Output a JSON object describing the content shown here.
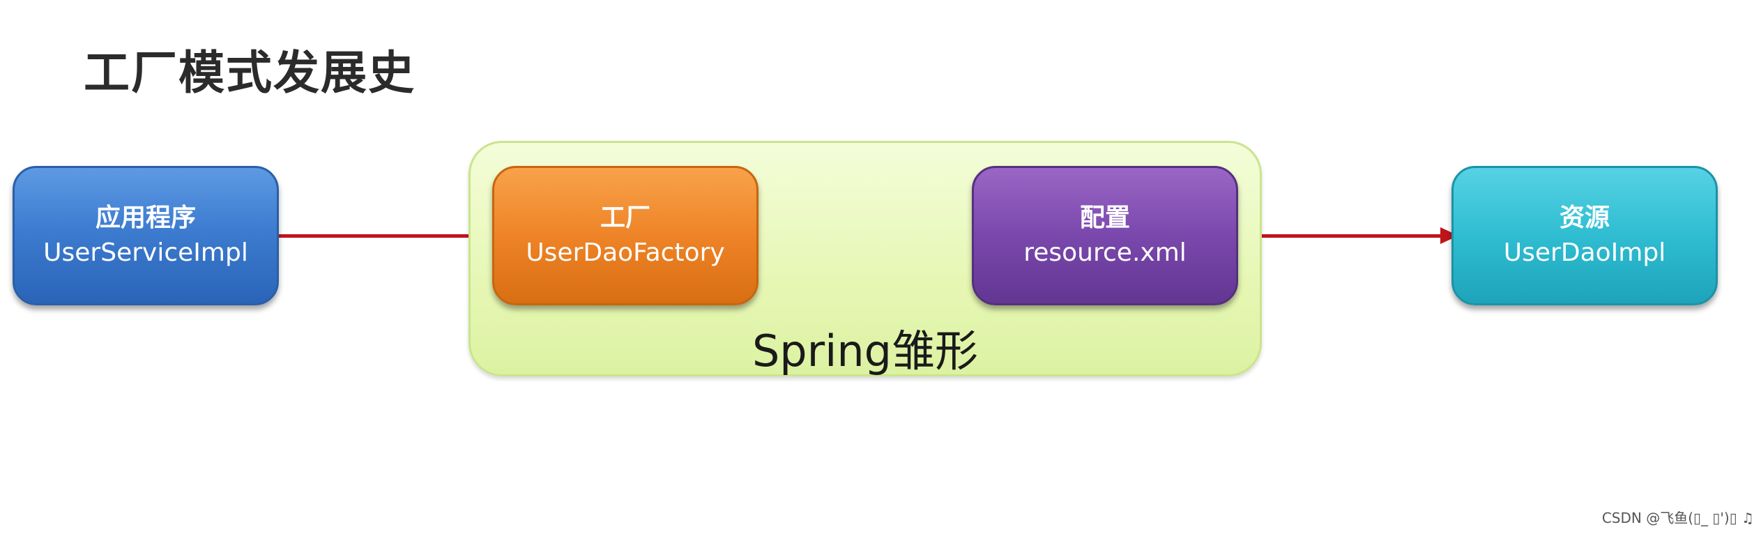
{
  "title": "工厂模式发展史",
  "nodes": {
    "application": {
      "line1": "应用程序",
      "line2": "UserServiceImpl",
      "color": "#3d7cd0"
    },
    "factory": {
      "line1": "工厂",
      "line2": "UserDaoFactory",
      "color": "#ee8427"
    },
    "config": {
      "line1": "配置",
      "line2": "resource.xml",
      "color": "#7a48ac"
    },
    "resource": {
      "line1": "资源",
      "line2": "UserDaoImpl",
      "color": "#2fbdd2"
    }
  },
  "container": {
    "label": "Spring雏形",
    "color": "#e6f7b4"
  },
  "connector_color": "#c0141b",
  "watermark": "CSDN @飞鱼(▯_ ▯')▯ ♫"
}
